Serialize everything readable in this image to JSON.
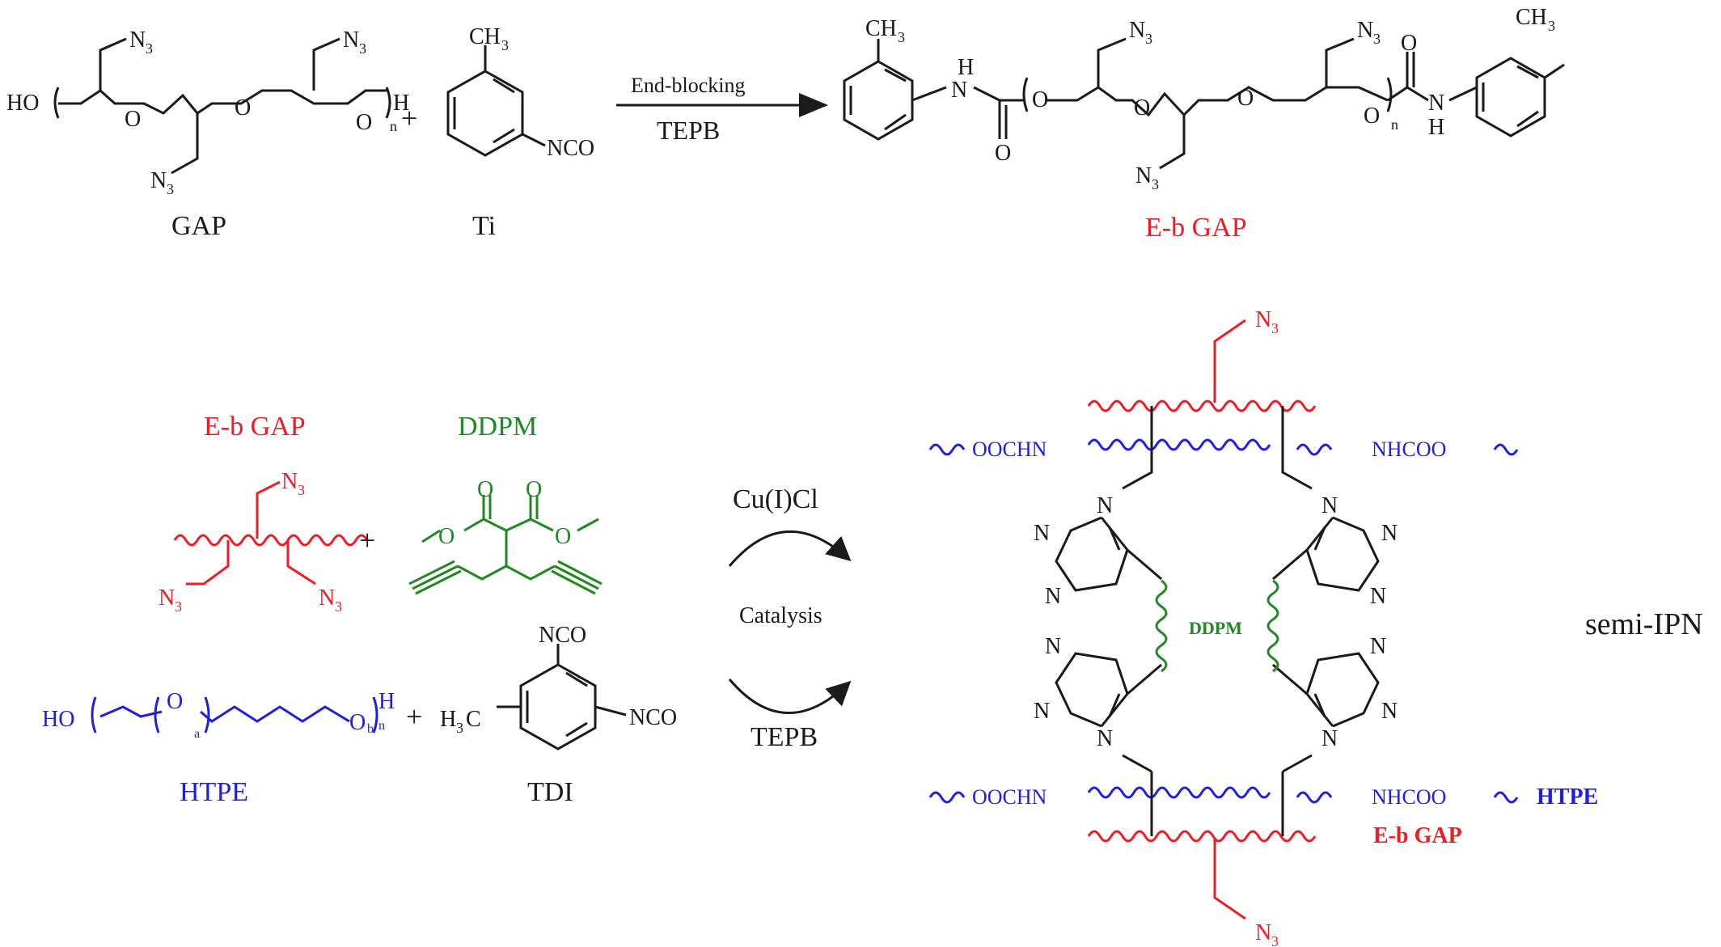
{
  "colors": {
    "black": "#1a1a1a",
    "red": "#ee1c25",
    "green": "#1f8a22",
    "blue": "#1f1fe0"
  },
  "top": {
    "gap_label": "GAP",
    "ti_label": "Ti",
    "ebgap_label": "E-b GAP",
    "arrow_top": "End-blocking",
    "arrow_bottom": "TEPB",
    "plus": "+",
    "ho": "HO",
    "o": "O",
    "h": "H",
    "n_sub": "n",
    "n3_text": "N",
    "n3_sub": "3",
    "ch3_text": "CH",
    "ch3_sub": "3",
    "nco": "NCO",
    "nh_n": "N",
    "nh_h": "H"
  },
  "bottom": {
    "ebgap_label": "E-b GAP",
    "ddpm_label": "DDPM",
    "htpe_label": "HTPE",
    "tdi_label": "TDI",
    "plus": "+",
    "n3_text": "N",
    "n3_sub": "3",
    "o": "O",
    "ho": "HO",
    "h": "H",
    "sub_a": "a",
    "sub_b": "b",
    "sub_n": "n",
    "h3c": "H",
    "h3c_sub": "3",
    "h3c_c": "C",
    "nco": "NCO",
    "catalyst_top": "Cu(I)Cl",
    "catalyst_mid": "Catalysis",
    "catalyst_bottom": "TEPB"
  },
  "network": {
    "n3_text": "N",
    "n3_sub": "3",
    "oochn": "OOCHN",
    "nhcoo": "NHCOO",
    "ddpm": "DDPM",
    "n": "N",
    "htpe_legend": "HTPE",
    "ebgap_legend": "E-b GAP",
    "semi_ipn": "semi-IPN"
  }
}
